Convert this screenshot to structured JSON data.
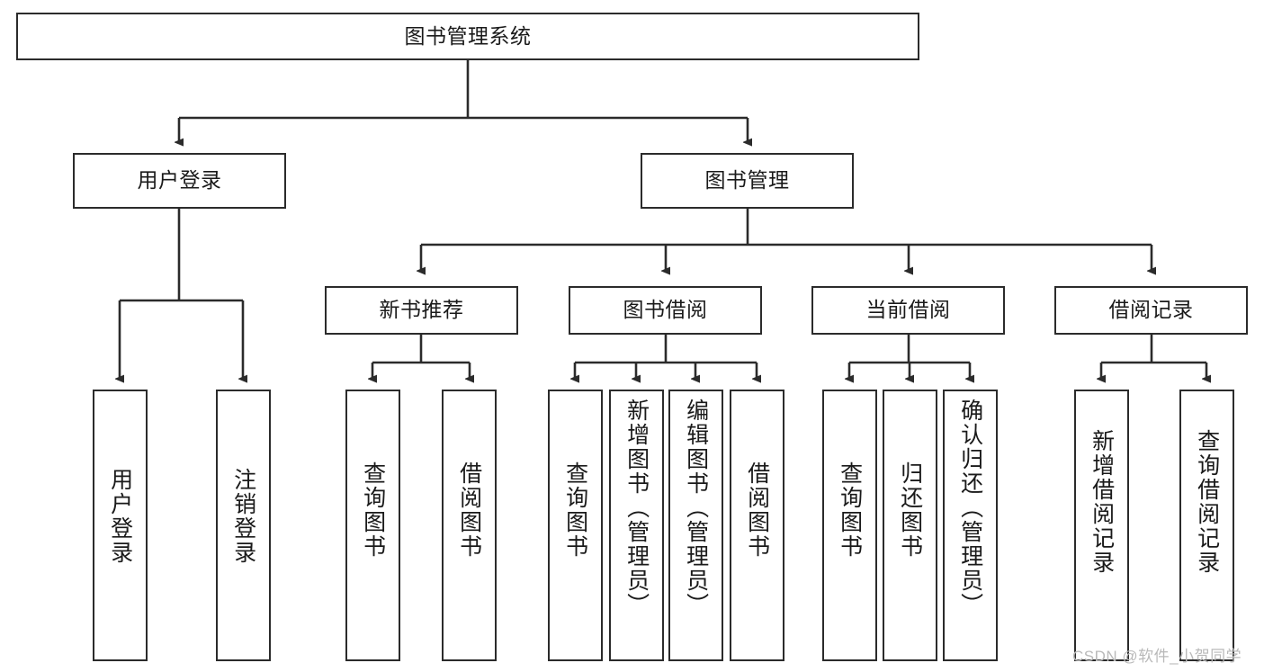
{
  "diagram": {
    "title": "图书管理系统",
    "type": "functional-structure-tree",
    "colors": {
      "box_border": "#2b2b2b",
      "box_fill": "#ffffff",
      "edge": "#2b2b2b",
      "text": "#1a1a1a",
      "watermark": "#b9b9b9",
      "page_background": "#ffffff"
    },
    "watermark": "CSDN @软件_小贺同学",
    "levels": {
      "level0": [
        {
          "id": "root",
          "label": "图书管理系统"
        }
      ],
      "level1": [
        {
          "id": "user-login",
          "label": "用户登录"
        },
        {
          "id": "book-manage",
          "label": "图书管理"
        }
      ],
      "level2": [
        {
          "id": "new-book-rec",
          "label": "新书推荐",
          "parent": "book-manage"
        },
        {
          "id": "book-borrow",
          "label": "图书借阅",
          "parent": "book-manage"
        },
        {
          "id": "current-borrow",
          "label": "当前借阅",
          "parent": "book-manage"
        },
        {
          "id": "borrow-record",
          "label": "借阅记录",
          "parent": "book-manage"
        }
      ],
      "leaves": [
        {
          "id": "leaf-user-login",
          "label": "用户登录",
          "parent": "user-login"
        },
        {
          "id": "leaf-user-logout",
          "label": "注销登录",
          "parent": "user-login"
        },
        {
          "id": "leaf-query-book-1",
          "label": "查询图书",
          "parent": "new-book-rec"
        },
        {
          "id": "leaf-borrow-book-1",
          "label": "借阅图书",
          "parent": "new-book-rec"
        },
        {
          "id": "leaf-query-book-2",
          "label": "查询图书",
          "parent": "book-borrow"
        },
        {
          "id": "leaf-add-book",
          "label": "新增图书（管理员）",
          "parent": "book-borrow"
        },
        {
          "id": "leaf-edit-book",
          "label": "编辑图书（管理员）",
          "parent": "book-borrow"
        },
        {
          "id": "leaf-borrow-book-2",
          "label": "借阅图书",
          "parent": "book-borrow"
        },
        {
          "id": "leaf-query-book-3",
          "label": "查询图书",
          "parent": "current-borrow"
        },
        {
          "id": "leaf-return-book",
          "label": "归还图书",
          "parent": "current-borrow"
        },
        {
          "id": "leaf-confirm-return",
          "label": "确认归还（管理员）",
          "parent": "current-borrow"
        },
        {
          "id": "leaf-add-record",
          "label": "新增借阅记录",
          "parent": "borrow-record"
        },
        {
          "id": "leaf-query-record",
          "label": "查询借阅记录",
          "parent": "borrow-record"
        }
      ]
    }
  }
}
